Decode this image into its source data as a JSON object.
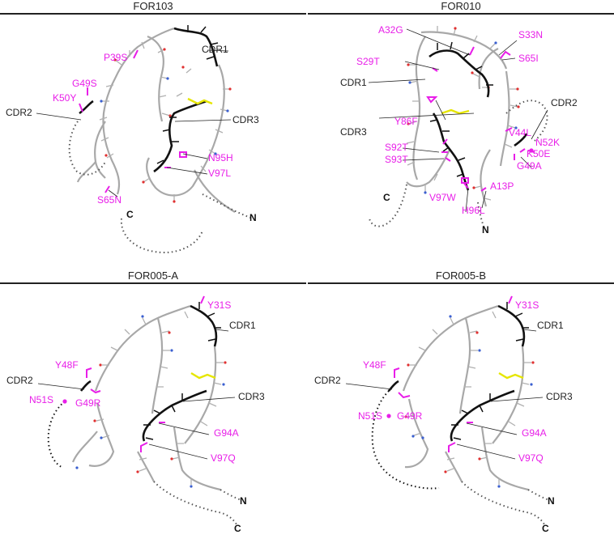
{
  "panels": [
    {
      "title": "FOR103",
      "regions": {
        "cdr1": "CDR1",
        "cdr2": "CDR2",
        "cdr3": "CDR3"
      },
      "termini": {
        "n": "N",
        "c": "C"
      },
      "mutations": [
        "P39S",
        "G49S",
        "K50Y",
        "N95H",
        "V97L",
        "S65N"
      ]
    },
    {
      "title": "FOR010",
      "regions": {
        "cdr1": "CDR1",
        "cdr2": "CDR2",
        "cdr3": "CDR3"
      },
      "termini": {
        "n": "N",
        "c": "C"
      },
      "mutations": [
        "A32G",
        "S33N",
        "S29T",
        "S65I",
        "Y86F",
        "V44L",
        "N52K",
        "K50E",
        "G49A",
        "S92T",
        "S93T",
        "A13P",
        "V97W",
        "H96L"
      ]
    },
    {
      "title": "FOR005-A",
      "regions": {
        "cdr1": "CDR1",
        "cdr2": "CDR2",
        "cdr3": "CDR3"
      },
      "termini": {
        "n": "N",
        "c": "C"
      },
      "mutations": [
        "Y31S",
        "Y48F",
        "N51S",
        "G49R",
        "G94A",
        "V97Q"
      ]
    },
    {
      "title": "FOR005-B",
      "regions": {
        "cdr1": "CDR1",
        "cdr2": "CDR2",
        "cdr3": "CDR3"
      },
      "termini": {
        "n": "N",
        "c": "C"
      },
      "mutations": [
        "Y31S",
        "Y48F",
        "N51S",
        "G49R",
        "G94A",
        "V97Q"
      ]
    }
  ],
  "colors": {
    "framework": "#a8a8a8",
    "cdr": "#111111",
    "mutation": "#e81ee8",
    "disulfide": "#e6e600",
    "oxygen": "#e03030",
    "nitrogen": "#3a5fd0"
  }
}
